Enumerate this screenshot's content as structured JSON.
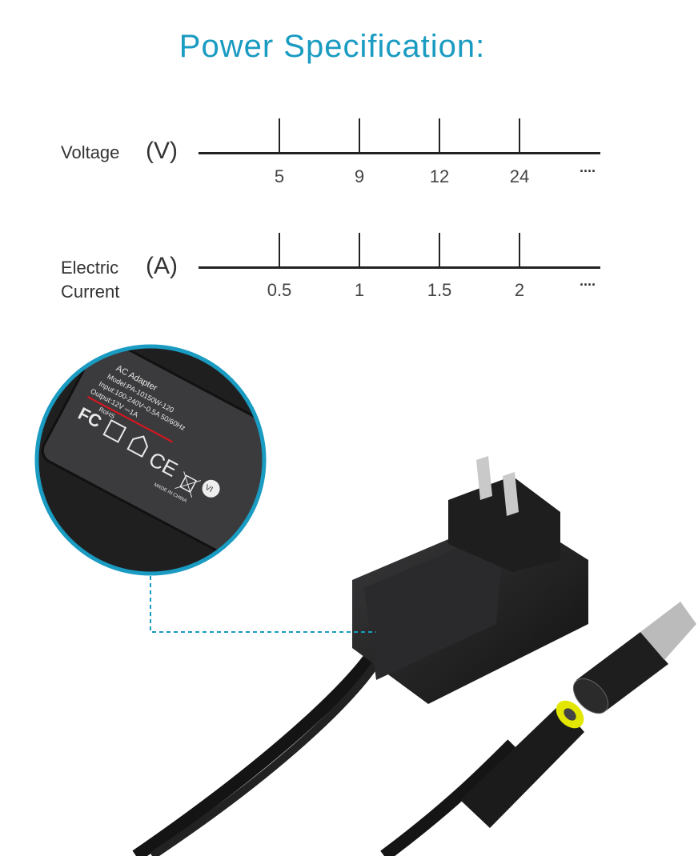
{
  "title": "Power Specification:",
  "voltage": {
    "label": "Voltage",
    "unit": "(V)",
    "ticks": [
      "5",
      "9",
      "12",
      "24"
    ],
    "more": "····"
  },
  "current": {
    "label_line1": "Electric",
    "label_line2": "Current",
    "unit": "(A)",
    "ticks": [
      "0.5",
      "1",
      "1.5",
      "2"
    ],
    "more": "····"
  },
  "adapter_label": {
    "title": "AC Adapter",
    "model": "Model:PA-10150W-120",
    "input": "Input:100-240V~0.5A 50/60Hz",
    "output": "Output:12V ⎓1A",
    "origin": "MADE IN CHINA",
    "rohs": "RoHS",
    "fc": "FC",
    "ce": "CE",
    "level": "VI"
  },
  "colors": {
    "accent": "#1a9bc1",
    "highlight": "#e0141e"
  }
}
